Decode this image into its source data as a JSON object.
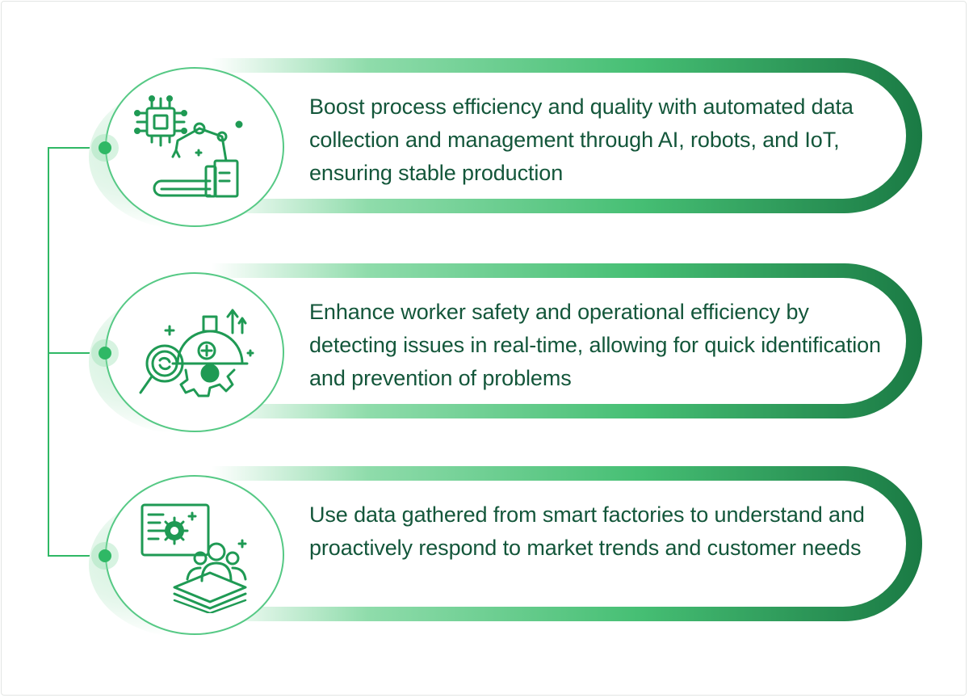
{
  "items": [
    {
      "text": "Boost process efficiency and quality with automated data collection and management through AI, robots, and IoT, ensuring stable production",
      "icon": "robot-arm-chip-icon"
    },
    {
      "text": "Enhance worker safety and operational efficiency by detecting issues in real-time, allowing for quick identification and prevention of problems",
      "icon": "safety-helmet-gear-magnifier-icon"
    },
    {
      "text": "Use data gathered from smart factories to understand and proactively respond to market trends and customer needs",
      "icon": "team-data-layers-icon"
    }
  ],
  "colors": {
    "accent": "#2fb865",
    "text": "#13563a",
    "dark_green": "#1a7a44",
    "light_green": "#8fdcab"
  }
}
